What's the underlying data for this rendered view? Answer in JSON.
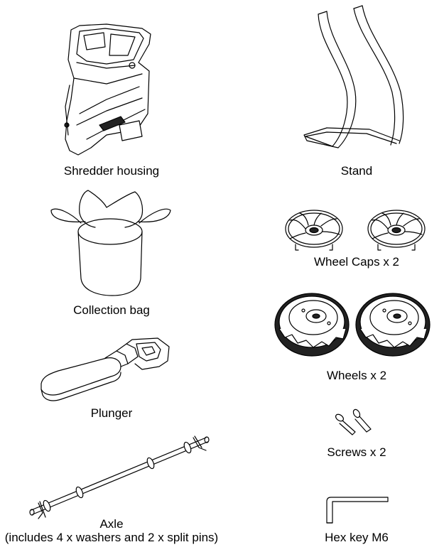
{
  "parts": {
    "shredder_housing": {
      "label": "Shredder housing",
      "icon": "shredder-housing-icon"
    },
    "stand": {
      "label": "Stand",
      "icon": "stand-icon"
    },
    "collection_bag": {
      "label": "Collection bag",
      "icon": "collection-bag-icon"
    },
    "wheel_caps": {
      "label": "Wheel Caps x 2",
      "icon": "wheel-cap-icon"
    },
    "wheels": {
      "label": "Wheels x 2",
      "icon": "wheel-icon"
    },
    "plunger": {
      "label": "Plunger",
      "icon": "plunger-icon"
    },
    "screws": {
      "label": "Screws x 2",
      "icon": "screw-icon"
    },
    "axle": {
      "label": "Axle",
      "sublabel": "(includes 4 x washers and 2 x split pins)",
      "icon": "axle-icon"
    },
    "hex_key": {
      "label": "Hex key M6",
      "icon": "hex-key-icon"
    }
  }
}
